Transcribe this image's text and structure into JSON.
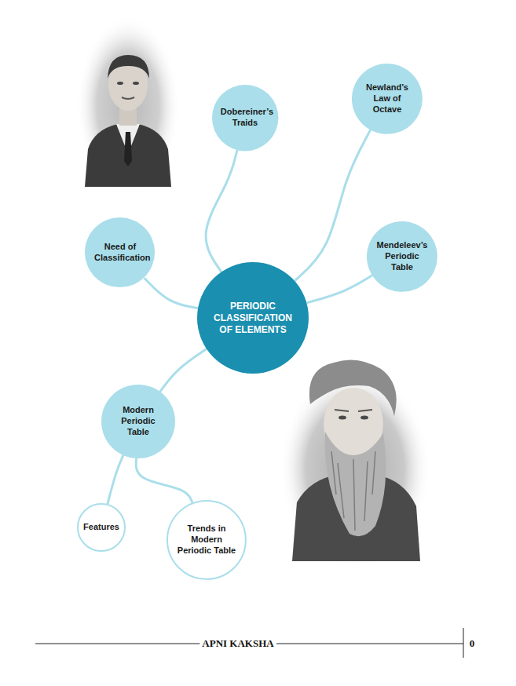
{
  "diagram": {
    "nodes": [
      {
        "text": [
          "Dobereiner’s Traids"
        ]
      },
      {
        "text": [
          "Newland’s Law of Octave"
        ]
      },
      {
        "text": [
          "Need of Classification"
        ]
      },
      {
        "text": [
          "Mendeleev’s Periodic Table"
        ]
      },
      {
        "text": [
          "PERIODIC CLASSIFICATION OF ELEMENTS"
        ]
      },
      {
        "text": [
          "Modern Periodic Table"
        ]
      },
      {
        "text": [
          "Features"
        ]
      },
      {
        "text": [
          "Trends in Modern Periodic Table"
        ]
      }
    ],
    "edges": [
      {
        "from": 4,
        "to": 0,
        "arrow": "none"
      },
      {
        "from": 4,
        "to": 1,
        "arrow": "none"
      },
      {
        "from": 4,
        "to": 2,
        "arrow": "none"
      },
      {
        "from": 4,
        "to": 3,
        "arrow": "none"
      },
      {
        "from": 4,
        "to": 5,
        "arrow": "none"
      },
      {
        "from": 5,
        "to": 6,
        "arrow": "none"
      },
      {
        "from": 5,
        "to": 7,
        "arrow": "none"
      }
    ],
    "labels": [
      "APNI KAKSHA",
      "0"
    ]
  }
}
